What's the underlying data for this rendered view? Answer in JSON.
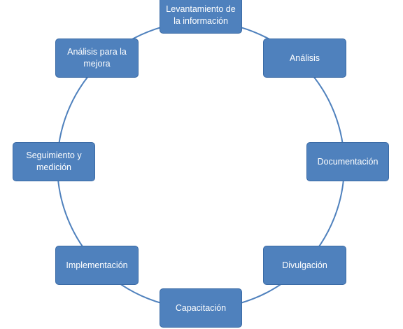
{
  "diagram": {
    "type": "cycle",
    "ring_color": "#4f81bd",
    "node_color": "#4f81bd",
    "node_text_color": "#ffffff",
    "nodes": [
      {
        "id": "levantamiento",
        "label": "Levantamiento de la información"
      },
      {
        "id": "analisis",
        "label": "Análisis"
      },
      {
        "id": "documentacion",
        "label": "Documentación"
      },
      {
        "id": "divulgacion",
        "label": "Divulgación"
      },
      {
        "id": "capacitacion",
        "label": "Capacitación"
      },
      {
        "id": "implementacion",
        "label": "Implementación"
      },
      {
        "id": "seguimiento",
        "label": "Seguimiento y medición"
      },
      {
        "id": "analisis-mejora",
        "label": "Análisis para la mejora"
      }
    ]
  }
}
